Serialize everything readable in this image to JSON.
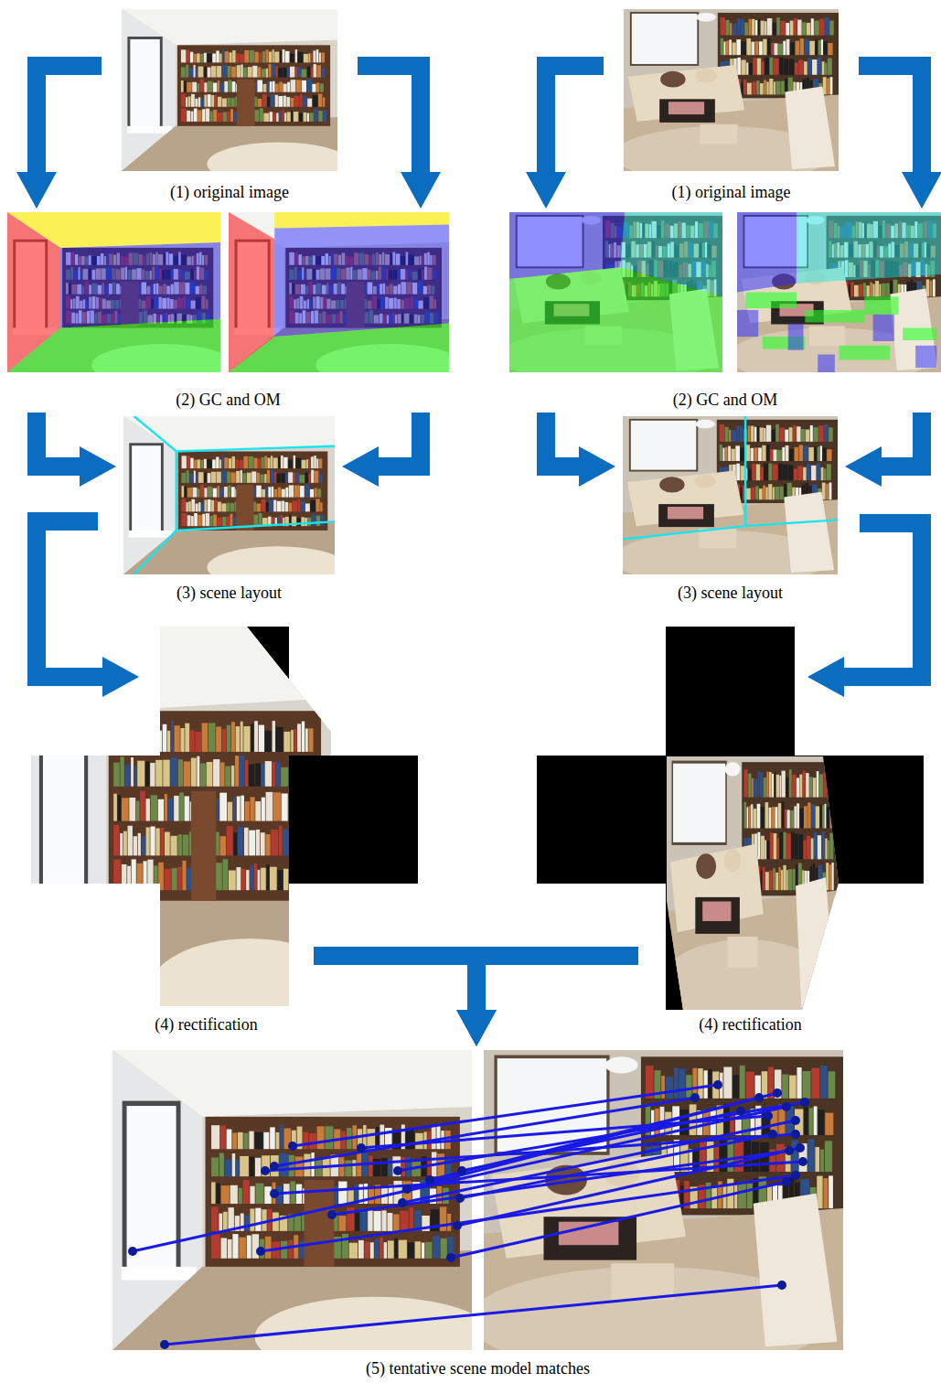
{
  "diagram": {
    "nodes": [
      {
        "text": [
          "(1) original image"
        ]
      },
      {
        "text": [
          "(2) GC and OM"
        ]
      },
      {
        "text": [
          "(3) scene layout"
        ]
      },
      {
        "text": [
          "(4) rectification"
        ]
      },
      {
        "text": [
          "(1) original image"
        ]
      },
      {
        "text": [
          "(2) GC and OM"
        ]
      },
      {
        "text": [
          "(3) scene layout"
        ]
      },
      {
        "text": [
          "(4) rectification"
        ]
      },
      {
        "text": [
          "(5) tentative scene model matches"
        ]
      }
    ],
    "edges": [
      {
        "from": 0,
        "to": 1,
        "arrow": "to"
      },
      {
        "from": 0,
        "to": 1,
        "arrow": "to"
      },
      {
        "from": 1,
        "to": 2,
        "arrow": "to"
      },
      {
        "from": 1,
        "to": 2,
        "arrow": "to"
      },
      {
        "from": 2,
        "to": 3,
        "arrow": "to"
      },
      {
        "from": 4,
        "to": 5,
        "arrow": "to"
      },
      {
        "from": 4,
        "to": 5,
        "arrow": "to"
      },
      {
        "from": 5,
        "to": 6,
        "arrow": "to"
      },
      {
        "from": 5,
        "to": 6,
        "arrow": "to"
      },
      {
        "from": 6,
        "to": 7,
        "arrow": "to"
      },
      {
        "from": 3,
        "to": 8,
        "arrow": "to"
      },
      {
        "from": 7,
        "to": 8,
        "arrow": "to"
      }
    ]
  }
}
